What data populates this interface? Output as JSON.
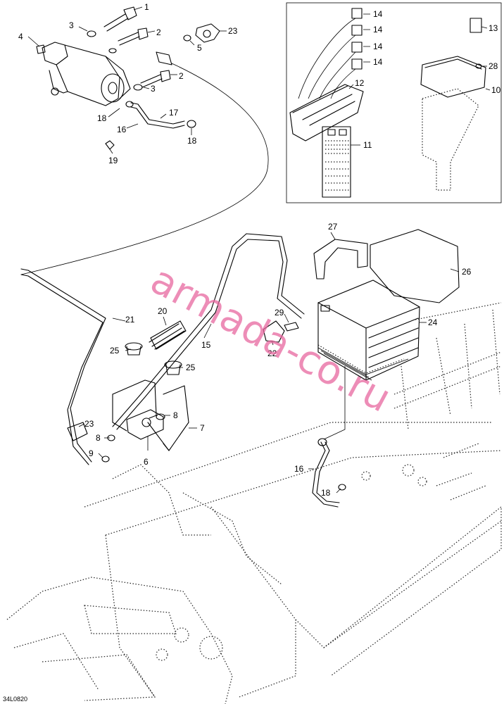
{
  "diagram_code": "34L0820",
  "watermark": "armada-co.ru",
  "callouts": {
    "c1": "1",
    "c2a": "2",
    "c2b": "2",
    "c3a": "3",
    "c3b": "3",
    "c4": "4",
    "c5": "5",
    "c6": "6",
    "c7": "7",
    "c8a": "8",
    "c8b": "8",
    "c9": "9",
    "c10": "10",
    "c11": "11",
    "c12": "12",
    "c13": "13",
    "c14a": "14",
    "c14b": "14",
    "c14c": "14",
    "c14d": "14",
    "c15": "15",
    "c16a": "16",
    "c16b": "16",
    "c17": "17",
    "c18a": "18",
    "c18b": "18",
    "c18c": "18",
    "c19": "19",
    "c20": "20",
    "c21": "21",
    "c22": "22",
    "c23a": "23",
    "c23b": "23",
    "c24": "24",
    "c25a": "25",
    "c25b": "25",
    "c26": "26",
    "c27": "27",
    "c28": "28",
    "c29": "29"
  },
  "colors": {
    "watermark": "#e8679f",
    "line": "#000000",
    "background": "#ffffff"
  }
}
